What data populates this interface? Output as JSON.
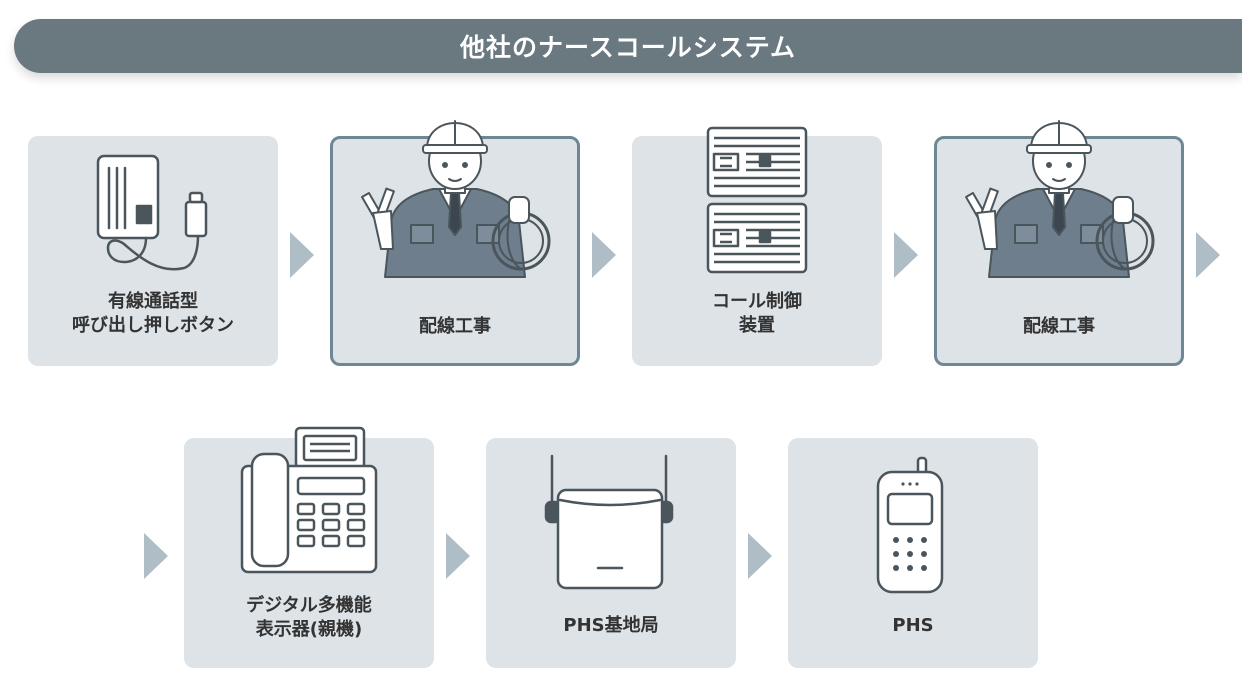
{
  "header": {
    "title": "他社のナースコールシステム"
  },
  "row1": [
    {
      "label": "有線通話型\n呼び出し押しボタン",
      "icon": "wired-call-button-icon"
    },
    {
      "label": "配線工事",
      "icon": "wiring-worker-icon"
    },
    {
      "label": "コール制御\n装置",
      "icon": "call-control-unit-icon"
    },
    {
      "label": "配線工事",
      "icon": "wiring-worker-icon"
    }
  ],
  "row2": [
    {
      "label": "デジタル多機能\n表示器(親機)",
      "icon": "digital-display-phone-icon"
    },
    {
      "label": "PHS基地局",
      "icon": "phs-base-station-icon"
    },
    {
      "label": "PHS",
      "icon": "phs-handset-icon"
    }
  ],
  "colors": {
    "header": "#6a7880",
    "card": "#dde3e7",
    "card_outline": "#6d8795",
    "arrow": "#aebdc6",
    "stroke": "#4a555c"
  }
}
